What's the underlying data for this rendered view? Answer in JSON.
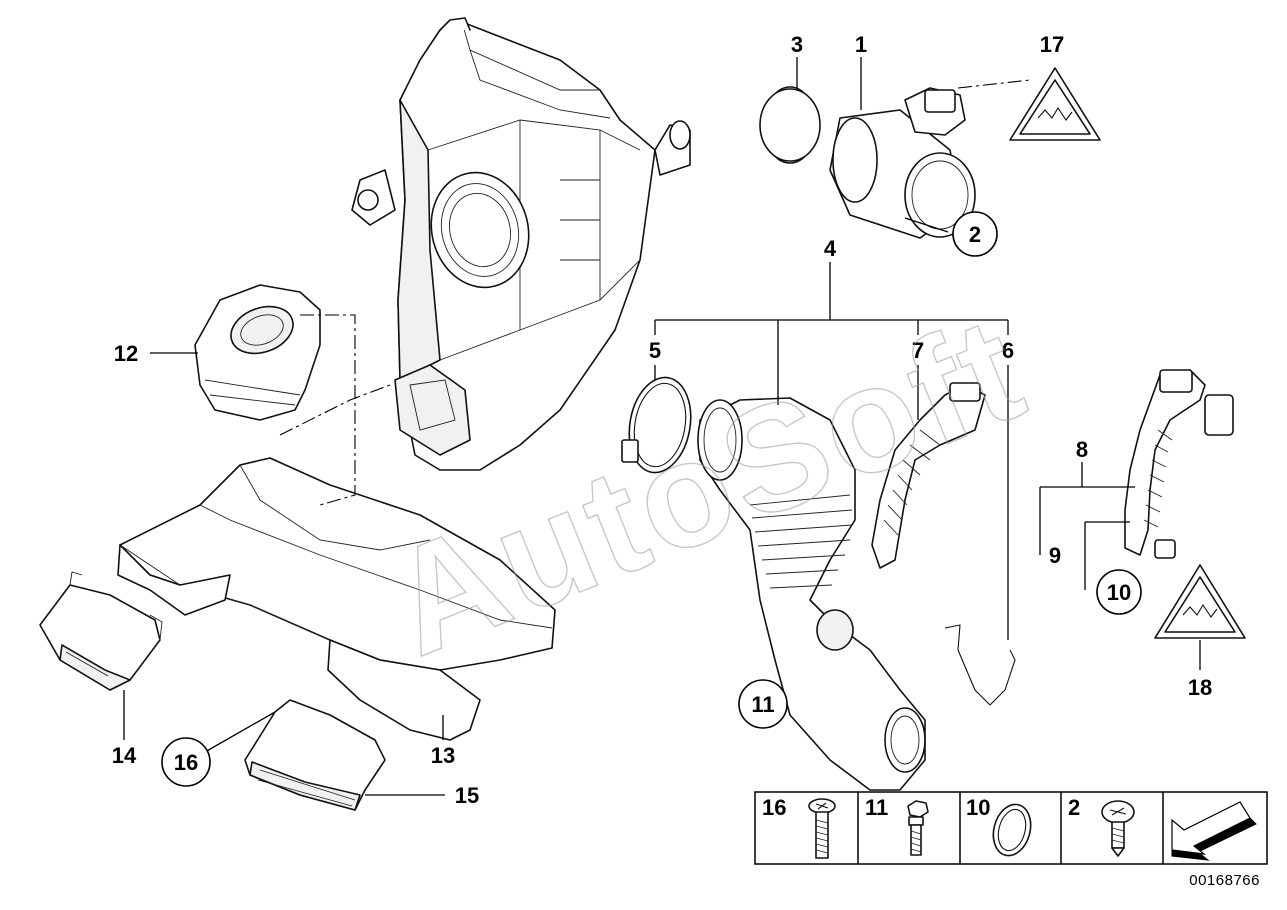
{
  "watermark": "AutoSoft",
  "reference_number": "00168766",
  "callouts": {
    "c1": "1",
    "c2": "2",
    "c3": "3",
    "c4": "4",
    "c5": "5",
    "c6": "6",
    "c7": "7",
    "c8": "8",
    "c9": "9",
    "c10": "10",
    "c11": "11",
    "c12": "12",
    "c13": "13",
    "c14": "14",
    "c15": "15",
    "c16": "16",
    "c17": "17",
    "c18": "18"
  },
  "circled_callouts": [
    "2",
    "10",
    "11",
    "16"
  ],
  "fastener_table": [
    {
      "number": "16",
      "icon": "long-screw-icon"
    },
    {
      "number": "11",
      "icon": "hex-bolt-icon"
    },
    {
      "number": "10",
      "icon": "o-ring-icon"
    },
    {
      "number": "2",
      "icon": "round-head-screw-icon"
    },
    {
      "number": "",
      "icon": "direction-arrow-icon"
    }
  ],
  "warning_icons": [
    "hot-surface-warning-icon",
    "hot-surface-warning-icon"
  ]
}
